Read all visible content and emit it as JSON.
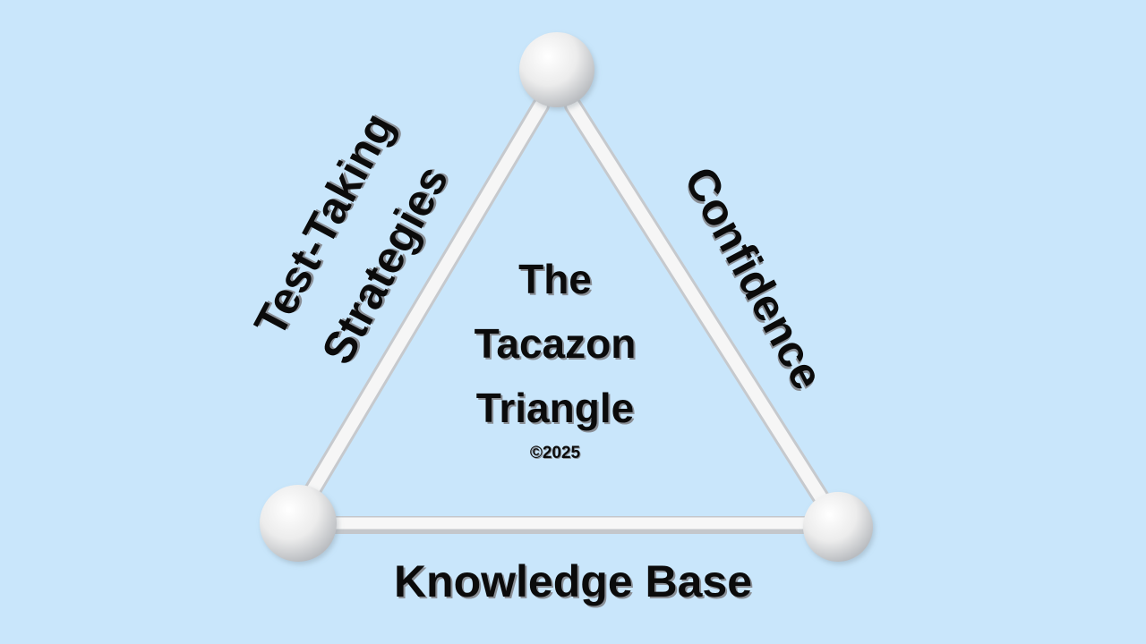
{
  "diagram": {
    "center_title_lines": [
      "The",
      "Tacazon",
      "Triangle"
    ],
    "copyright": "©2025",
    "left_side_lines": [
      "Test-Taking",
      "Strategies"
    ],
    "right_side": "Confidence",
    "bottom_side": "Knowledge Base"
  },
  "colors": {
    "background": "#c9e6fb",
    "rods_and_spheres": "#f2f2f2",
    "text": "#0b0b0b",
    "text_shadow": "#8a8f96"
  }
}
